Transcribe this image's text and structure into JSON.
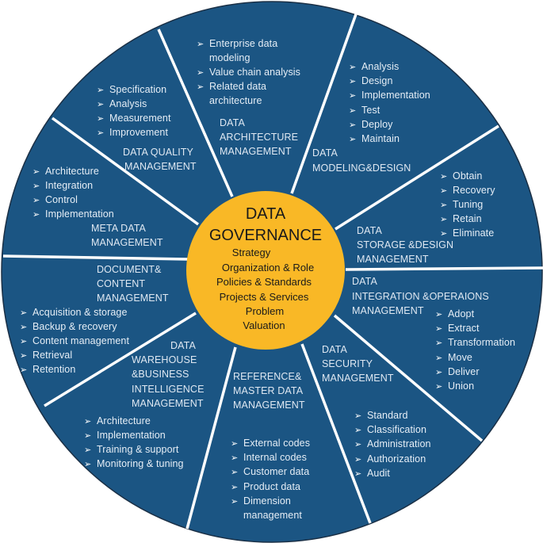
{
  "colors": {
    "wheel": "#1b5583",
    "core": "#f9b826",
    "spokes": "#ffffff",
    "text": "#e6eef6"
  },
  "center": {
    "title_lines": [
      "DATA",
      "GOVERNANCE"
    ],
    "items": [
      "Strategy",
      "Organization & Role",
      "Policies & Standards",
      "Projects & Services",
      "Problem",
      "Valuation"
    ]
  },
  "bullet_icon": "arrow-bullet-icon",
  "sections": [
    {
      "id": "data-architecture",
      "label_lines": [
        "DATA",
        "ARCHITECTURE",
        "MANAGEMENT"
      ],
      "items": [
        "Enterprise data",
        "modeling",
        "Value chain analysis",
        "Related data",
        "architecture"
      ]
    },
    {
      "id": "data-modeling",
      "label_lines": [
        "DATA",
        "MODELING&DESIGN"
      ],
      "items": [
        "Analysis",
        "Design",
        "Implementation",
        "Test",
        "Deploy",
        "Maintain"
      ]
    },
    {
      "id": "data-storage",
      "label_lines": [
        "DATA",
        "STORAGE &DESIGN",
        "MANAGEMENT"
      ],
      "items": [
        "Obtain",
        "Recovery",
        "Tuning",
        "Retain",
        "Eliminate"
      ]
    },
    {
      "id": "data-integration",
      "label_lines": [
        "DATA",
        "INTEGRATION &OPERAIONS",
        "MANAGEMENT"
      ],
      "items": [
        "Adopt",
        "Extract",
        "Transformation",
        "Move",
        "Deliver",
        "Union"
      ]
    },
    {
      "id": "data-security",
      "label_lines": [
        "DATA",
        "SECURITY",
        "MANAGEMENT"
      ],
      "items": [
        "Standard",
        "Classification",
        "Administration",
        "Authorization",
        "Audit"
      ]
    },
    {
      "id": "reference-master-data",
      "label_lines": [
        "REFERENCE&",
        "MASTER DATA",
        "MANAGEMENT"
      ],
      "items": [
        "External codes",
        "Internal codes",
        "Customer data",
        "Product data",
        "Dimension",
        "management"
      ]
    },
    {
      "id": "data-warehouse-bi",
      "label_lines": [
        "DATA",
        "WAREHOUSE",
        "&BUSINESS",
        "INTELLIGENCE",
        "MANAGEMENT"
      ],
      "items": [
        "Architecture",
        "Implementation",
        "Training & support",
        "Monitoring & tuning"
      ]
    },
    {
      "id": "document-content",
      "label_lines": [
        "DOCUMENT&",
        "CONTENT",
        "MANAGEMENT"
      ],
      "items": [
        "Acquisition & storage",
        "Backup & recovery",
        "Content management",
        "Retrieval",
        "Retention"
      ]
    },
    {
      "id": "meta-data",
      "label_lines": [
        "META DATA",
        "MANAGEMENT"
      ],
      "items": [
        "Architecture",
        "Integration",
        "Control",
        "Implementation"
      ]
    },
    {
      "id": "data-quality",
      "label_lines": [
        "DATA QUALITY",
        "MANAGEMENT"
      ],
      "items": [
        "Specification",
        "Analysis",
        "Measurement",
        "Improvement"
      ]
    }
  ]
}
